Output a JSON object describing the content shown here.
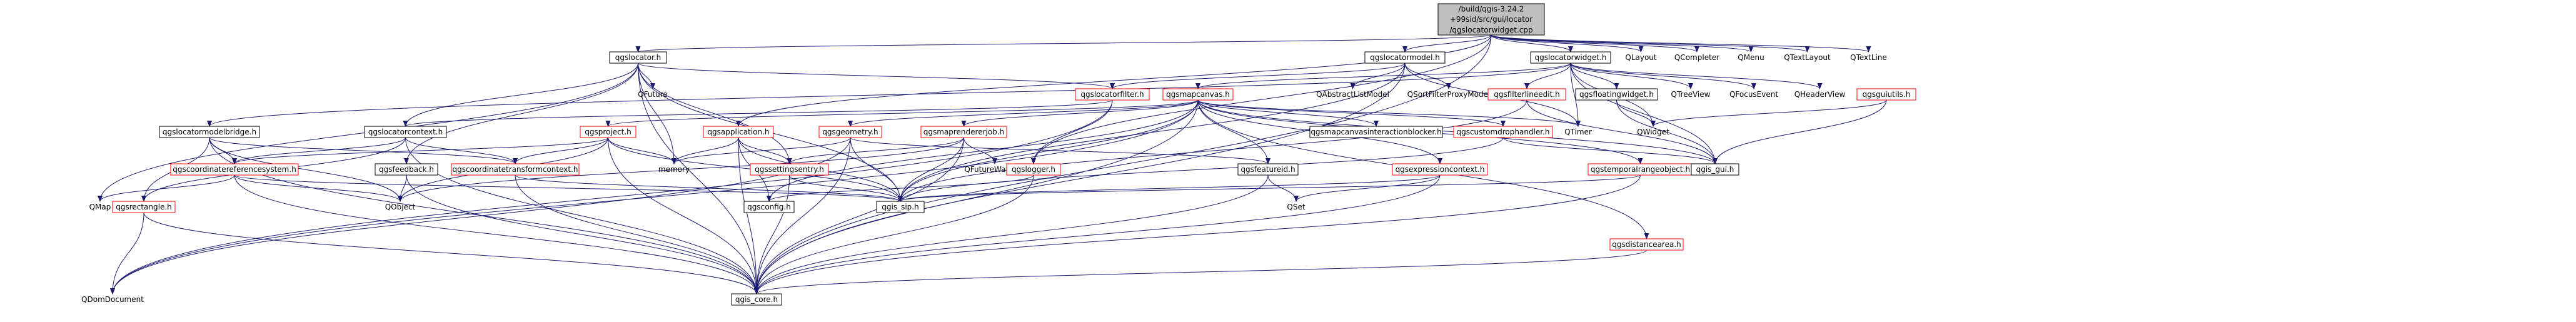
{
  "diagram": {
    "root": {
      "id": "root",
      "lines": [
        "/build/qgis-3.24.2",
        "+99sid/src/gui/locator",
        "/qgslocatorwidget.cpp"
      ],
      "kind": "root"
    },
    "nodes": [
      {
        "id": "qgslocator_h",
        "label": "qgslocator.h",
        "kind": "link"
      },
      {
        "id": "qgslocatormodel_h",
        "label": "qgslocatormodel.h",
        "kind": "link"
      },
      {
        "id": "qgslocatorwidget_h",
        "label": "qgslocatorwidget.h",
        "kind": "link"
      },
      {
        "id": "QLayout",
        "label": "QLayout",
        "kind": "system"
      },
      {
        "id": "QCompleter",
        "label": "QCompleter",
        "kind": "system"
      },
      {
        "id": "QMenu",
        "label": "QMenu",
        "kind": "system"
      },
      {
        "id": "QTextLayout",
        "label": "QTextLayout",
        "kind": "system"
      },
      {
        "id": "QTextLine",
        "label": "QTextLine",
        "kind": "system"
      },
      {
        "id": "QFuture",
        "label": "QFuture",
        "kind": "system"
      },
      {
        "id": "qgslocatorfilter_h",
        "label": "qgslocatorfilter.h",
        "kind": "red"
      },
      {
        "id": "qgsmapcanvas_h",
        "label": "qgsmapcanvas.h",
        "kind": "red"
      },
      {
        "id": "QAbstractListModel",
        "label": "QAbstractListModel",
        "kind": "system"
      },
      {
        "id": "QSortFilterProxyModel",
        "label": "QSortFilterProxyModel",
        "kind": "system"
      },
      {
        "id": "qgsfilterlineedit_h",
        "label": "qgsfilterlineedit.h",
        "kind": "red"
      },
      {
        "id": "qgsfloatingwidget_h",
        "label": "qgsfloatingwidget.h",
        "kind": "link"
      },
      {
        "id": "QTreeView",
        "label": "QTreeView",
        "kind": "system"
      },
      {
        "id": "QFocusEvent",
        "label": "QFocusEvent",
        "kind": "system"
      },
      {
        "id": "QHeaderView",
        "label": "QHeaderView",
        "kind": "system"
      },
      {
        "id": "qgsguiutils_h",
        "label": "qgsguiutils.h",
        "kind": "red"
      },
      {
        "id": "qgslocatormodelbridge_h",
        "label": "qgslocatormodelbridge.h",
        "kind": "link"
      },
      {
        "id": "qgslocatorcontext_h",
        "label": "qgslocatorcontext.h",
        "kind": "link"
      },
      {
        "id": "qgsproject_h",
        "label": "qgsproject.h",
        "kind": "red"
      },
      {
        "id": "qgsapplication_h",
        "label": "qgsapplication.h",
        "kind": "red"
      },
      {
        "id": "qgsgeometry_h",
        "label": "qgsgeometry.h",
        "kind": "red"
      },
      {
        "id": "qgsmaprendererjob_h",
        "label": "qgsmaprendererjob.h",
        "kind": "red"
      },
      {
        "id": "qgsmapcanvasinteractionblocker_h",
        "label": "qgsmapcanvasinteractionblocker.h",
        "kind": "link"
      },
      {
        "id": "qgscustomdrophandler_h",
        "label": "qgscustomdrophandler.h",
        "kind": "red"
      },
      {
        "id": "QTimer",
        "label": "QTimer",
        "kind": "system"
      },
      {
        "id": "QWidget",
        "label": "QWidget",
        "kind": "system"
      },
      {
        "id": "qgscoordinatereferencesystem_h",
        "label": "qgscoordinatereferencesystem.h",
        "kind": "red"
      },
      {
        "id": "qgscoordinatetransformcontext_h",
        "label": "qgscoordinatetransformcontext.h",
        "kind": "red"
      },
      {
        "id": "qgsfeedback_h",
        "label": "qgsfeedback.h",
        "kind": "link"
      },
      {
        "id": "memory",
        "label": "memory",
        "kind": "system"
      },
      {
        "id": "qgssettingsentry_h",
        "label": "qgssettingsentry.h",
        "kind": "red"
      },
      {
        "id": "QFutureWatcher",
        "label": "QFutureWatcher",
        "kind": "system"
      },
      {
        "id": "qgslogger_h",
        "label": "qgslogger.h",
        "kind": "red"
      },
      {
        "id": "qgsfeatureid_h",
        "label": "qgsfeatureid.h",
        "kind": "link"
      },
      {
        "id": "qgsexpressioncontext_h",
        "label": "qgsexpressioncontext.h",
        "kind": "red"
      },
      {
        "id": "qgstemporalrangeobject_h",
        "label": "qgstemporalrangeobject.h",
        "kind": "red"
      },
      {
        "id": "qgis_gui_h",
        "label": "qgis_gui.h",
        "kind": "link"
      },
      {
        "id": "QMap",
        "label": "QMap",
        "kind": "system"
      },
      {
        "id": "qgsrectangle_h",
        "label": "qgsrectangle.h",
        "kind": "red"
      },
      {
        "id": "QObject",
        "label": "QObject",
        "kind": "system"
      },
      {
        "id": "qgsconfig_h",
        "label": "qgsconfig.h",
        "kind": "link"
      },
      {
        "id": "qgis_sip_h",
        "label": "qgis_sip.h",
        "kind": "link"
      },
      {
        "id": "QSet",
        "label": "QSet",
        "kind": "system"
      },
      {
        "id": "qgsdistancearea_h",
        "label": "qgsdistancearea.h",
        "kind": "red"
      },
      {
        "id": "QDomDocument",
        "label": "QDomDocument",
        "kind": "system"
      },
      {
        "id": "qgis_core_h",
        "label": "qgis_core.h",
        "kind": "link"
      }
    ],
    "edges": [
      [
        "root",
        "qgslocator_h"
      ],
      [
        "root",
        "qgslocatormodel_h"
      ],
      [
        "root",
        "qgslocatorwidget_h"
      ],
      [
        "root",
        "QLayout"
      ],
      [
        "root",
        "QCompleter"
      ],
      [
        "root",
        "QMenu"
      ],
      [
        "root",
        "QTextLayout"
      ],
      [
        "root",
        "QTextLine"
      ],
      [
        "root",
        "qgsapplication_h"
      ],
      [
        "root",
        "qgslogger_h"
      ],
      [
        "root",
        "qgis_core_h"
      ],
      [
        "qgslocator_h",
        "QFuture"
      ],
      [
        "qgslocator_h",
        "qgslocatorfilter_h"
      ],
      [
        "qgslocator_h",
        "qgslocatorcontext_h"
      ],
      [
        "qgslocator_h",
        "qgsfeedback_h"
      ],
      [
        "qgslocator_h",
        "memory"
      ],
      [
        "qgslocator_h",
        "qgssettingsentry_h"
      ],
      [
        "qgslocator_h",
        "qgis_sip_h"
      ],
      [
        "qgslocator_h",
        "qgis_core_h"
      ],
      [
        "qgslocator_h",
        "QMap"
      ],
      [
        "qgslocatormodel_h",
        "QAbstractListModel"
      ],
      [
        "qgslocatormodel_h",
        "QSortFilterProxyModel"
      ],
      [
        "qgslocatormodel_h",
        "qgslocatorfilter_h"
      ],
      [
        "qgslocatormodel_h",
        "QTimer"
      ],
      [
        "qgslocatormodel_h",
        "qgis_core_h"
      ],
      [
        "qgslocatormodel_h",
        "qgis_sip_h"
      ],
      [
        "qgslocatorwidget_h",
        "qgsfilterlineedit_h"
      ],
      [
        "qgslocatorwidget_h",
        "qgsfloatingwidget_h"
      ],
      [
        "qgslocatorwidget_h",
        "QTreeView"
      ],
      [
        "qgslocatorwidget_h",
        "QFocusEvent"
      ],
      [
        "qgslocatorwidget_h",
        "QHeaderView"
      ],
      [
        "qgslocatorwidget_h",
        "QTimer"
      ],
      [
        "qgslocatorwidget_h",
        "qgsmapcanvas_h"
      ],
      [
        "qgslocatorwidget_h",
        "qgis_gui_h"
      ],
      [
        "qgslocatorwidget_h",
        "qgslocatormodelbridge_h"
      ],
      [
        "qgslocatorwidget_h",
        "QWidget"
      ],
      [
        "qgslocatorfilter_h",
        "qgslocatorcontext_h"
      ],
      [
        "qgslocatorfilter_h",
        "qgslogger_h"
      ],
      [
        "qgslocatorfilter_h",
        "QDomDocument"
      ],
      [
        "qgsmapcanvas_h",
        "qgsproject_h"
      ],
      [
        "qgsmapcanvas_h",
        "qgsgeometry_h"
      ],
      [
        "qgsmapcanvas_h",
        "qgsmaprendererjob_h"
      ],
      [
        "qgsmapcanvas_h",
        "qgsmapcanvasinteractionblocker_h"
      ],
      [
        "qgsmapcanvas_h",
        "qgscustomdrophandler_h"
      ],
      [
        "qgsmapcanvas_h",
        "QTimer"
      ],
      [
        "qgsmapcanvas_h",
        "qgsfeatureid_h"
      ],
      [
        "qgsmapcanvas_h",
        "qgsexpressioncontext_h"
      ],
      [
        "qgsmapcanvas_h",
        "qgstemporalrangeobject_h"
      ],
      [
        "qgsmapcanvas_h",
        "qgis_gui_h"
      ],
      [
        "qgsmapcanvas_h",
        "qgsdistancearea_h"
      ],
      [
        "qgsmapcanvas_h",
        "qgis_sip_h"
      ],
      [
        "qgsmapcanvas_h",
        "qgsconfig_h"
      ],
      [
        "qgsmapcanvas_h",
        "QDomDocument"
      ],
      [
        "qgsmapcanvas_h",
        "qgis_core_h"
      ],
      [
        "qgsfilterlineedit_h",
        "qgis_gui_h"
      ],
      [
        "qgsfilterlineedit_h",
        "qgis_sip_h"
      ],
      [
        "qgsfloatingwidget_h",
        "QWidget"
      ],
      [
        "qgsfloatingwidget_h",
        "qgis_gui_h"
      ],
      [
        "qgsguiutils_h",
        "QWidget"
      ],
      [
        "qgsguiutils_h",
        "qgis_gui_h"
      ],
      [
        "qgslocatormodelbridge_h",
        "qgscoordinatereferencesystem_h"
      ],
      [
        "qgslocatormodelbridge_h",
        "qgscoordinatetransformcontext_h"
      ],
      [
        "qgslocatormodelbridge_h",
        "qgsrectangle_h"
      ],
      [
        "qgslocatormodelbridge_h",
        "QObject"
      ],
      [
        "qgslocatormodelbridge_h",
        "qgis_core_h"
      ],
      [
        "qgslocatorcontext_h",
        "qgscoordinatereferencesystem_h"
      ],
      [
        "qgslocatorcontext_h",
        "qgscoordinatetransformcontext_h"
      ],
      [
        "qgslocatorcontext_h",
        "qgsrectangle_h"
      ],
      [
        "qgslocatorcontext_h",
        "qgis_core_h"
      ],
      [
        "qgsproject_h",
        "qgscoordinatereferencesystem_h"
      ],
      [
        "qgsproject_h",
        "qgscoordinatetransformcontext_h"
      ],
      [
        "qgsproject_h",
        "memory"
      ],
      [
        "qgsproject_h",
        "QObject"
      ],
      [
        "qgsproject_h",
        "qgis_core_h"
      ],
      [
        "qgsproject_h",
        "qgis_sip_h"
      ],
      [
        "qgsapplication_h",
        "memory"
      ],
      [
        "qgsapplication_h",
        "qgssettingsentry_h"
      ],
      [
        "qgsapplication_h",
        "qgsconfig_h"
      ],
      [
        "qgsapplication_h",
        "qgis_core_h"
      ],
      [
        "qgsapplication_h",
        "qgis_sip_h"
      ],
      [
        "qgsgeometry_h",
        "memory"
      ],
      [
        "qgsgeometry_h",
        "qgsfeatureid_h"
      ],
      [
        "qgsgeometry_h",
        "qgis_core_h"
      ],
      [
        "qgsgeometry_h",
        "qgis_sip_h"
      ],
      [
        "qgsgeometry_h",
        "QDomDocument"
      ],
      [
        "qgsmaprendererjob_h",
        "QFutureWatcher"
      ],
      [
        "qgsmaprendererjob_h",
        "qgssettingsentry_h"
      ],
      [
        "qgsmaprendererjob_h",
        "qgis_sip_h"
      ],
      [
        "qgsmaprendererjob_h",
        "qgis_core_h"
      ],
      [
        "qgsmaprendererjob_h",
        "QObject"
      ],
      [
        "qgscustomdrophandler_h",
        "qgis_gui_h"
      ],
      [
        "qgscustomdrophandler_h",
        "qgis_sip_h"
      ],
      [
        "qgscoordinatereferencesystem_h",
        "QMap"
      ],
      [
        "qgscoordinatereferencesystem_h",
        "QObject"
      ],
      [
        "qgscoordinatereferencesystem_h",
        "qgis_core_h"
      ],
      [
        "qgscoordinatereferencesystem_h",
        "qgis_sip_h"
      ],
      [
        "qgscoordinatetransformcontext_h",
        "qgis_core_h"
      ],
      [
        "qgscoordinatetransformcontext_h",
        "qgis_sip_h"
      ],
      [
        "qgsfeedback_h",
        "QObject"
      ],
      [
        "qgsfeedback_h",
        "qgis_core_h"
      ],
      [
        "qgssettingsentry_h",
        "qgis_core_h"
      ],
      [
        "qgssettingsentry_h",
        "qgis_sip_h"
      ],
      [
        "qgslogger_h",
        "qgsconfig_h"
      ],
      [
        "qgslogger_h",
        "qgis_core_h"
      ],
      [
        "qgsfeatureid_h",
        "QSet"
      ],
      [
        "qgsfeatureid_h",
        "qgis_core_h"
      ],
      [
        "qgsexpressioncontext_h",
        "QSet"
      ],
      [
        "qgsexpressioncontext_h",
        "qgis_core_h"
      ],
      [
        "qgsexpressioncontext_h",
        "qgis_sip_h"
      ],
      [
        "qgstemporalrangeobject_h",
        "qgis_core_h"
      ],
      [
        "qgstemporalrangeobject_h",
        "qgis_sip_h"
      ],
      [
        "qgsrectangle_h",
        "qgis_core_h"
      ],
      [
        "qgsrectangle_h",
        "QDomDocument"
      ],
      [
        "qgsdistancearea_h",
        "qgis_core_h"
      ]
    ]
  }
}
